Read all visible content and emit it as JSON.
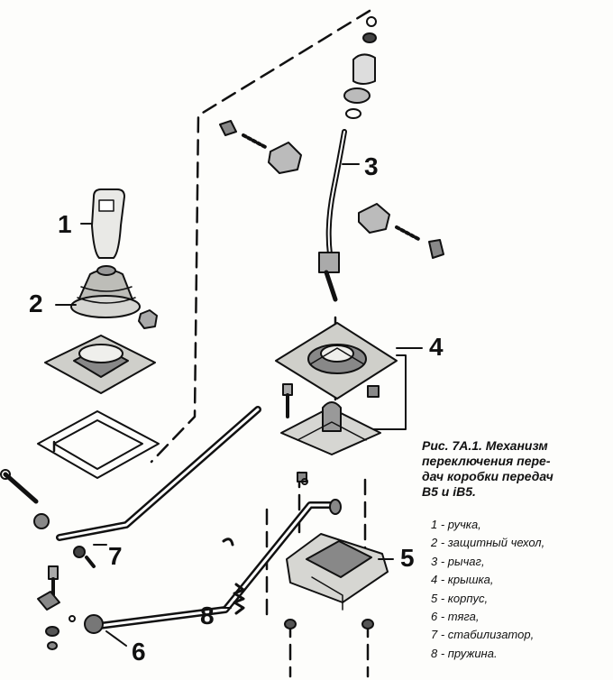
{
  "figure": {
    "caption_lines": [
      "Рис. 7А.1. Механизм",
      "переключения пере-",
      "дач коробки передач",
      "В5 и iВ5."
    ]
  },
  "callouts": [
    "1",
    "2",
    "3",
    "4",
    "5",
    "6",
    "7",
    "8"
  ],
  "legend": [
    "1 - ручка,",
    "2 - защитный чехол,",
    "3 - рычаг,",
    "4 - крышка,",
    "5 - корпус,",
    "6 - тяга,",
    "7 - стабилизатор,",
    "8 - пружина."
  ],
  "colors": {
    "ink": "#111111",
    "paper": "#fdfdfb",
    "shade": "#9a9a9a"
  }
}
